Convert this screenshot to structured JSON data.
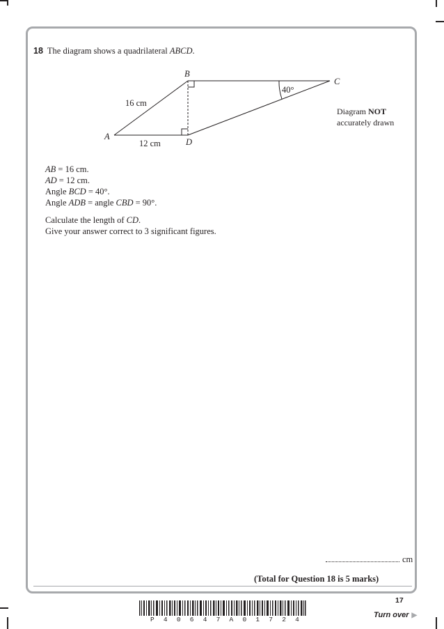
{
  "question": {
    "number": "18",
    "intro_prefix": "The diagram shows a quadrilateral ",
    "intro_shape": "ABCD",
    "intro_suffix": "."
  },
  "diagram": {
    "labels": {
      "A": "A",
      "B": "B",
      "C": "C",
      "D": "D"
    },
    "ab_length": "16 cm",
    "ad_length": "12 cm",
    "angle_bcd": "40°",
    "note_prefix": "Diagram ",
    "note_bold": "NOT",
    "note_line2": "accurately drawn"
  },
  "given": {
    "line1_var": "AB",
    "line1_rest": " = 16 cm.",
    "line2_var": "AD",
    "line2_rest": " = 12 cm.",
    "line3_pre": "Angle ",
    "line3_var": "BCD",
    "line3_rest": " = 40°.",
    "line4_pre": "Angle ",
    "line4_var1": "ADB",
    "line4_mid": " = angle ",
    "line4_var2": "CBD",
    "line4_rest": " = 90°."
  },
  "task": {
    "line1_pre": "Calculate the length of ",
    "line1_var": "CD",
    "line1_rest": ".",
    "line2": "Give your answer correct to 3 significant figures."
  },
  "answer": {
    "unit": "cm"
  },
  "total": "(Total for Question 18 is 5 marks)",
  "footer": {
    "page_number": "17",
    "barcode_digits": [
      "P",
      "4",
      "0",
      "6",
      "4",
      "7",
      "A",
      "0",
      "1",
      "7",
      "2",
      "4"
    ],
    "turn_over": "Turn over"
  },
  "colors": {
    "frame": "#a7a9ac",
    "text": "#231f20"
  }
}
